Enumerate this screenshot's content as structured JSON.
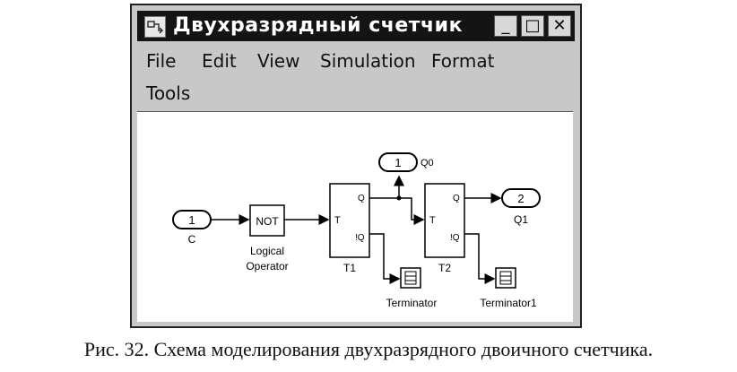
{
  "window": {
    "title": "Двухразрядный счетчик",
    "controls": {
      "minimize": "_",
      "maximize": "□",
      "close": "✕"
    }
  },
  "menu": {
    "items": [
      "File",
      "Edit",
      "View",
      "Simulation",
      "Format",
      "Tools"
    ]
  },
  "diagram": {
    "inport": {
      "number": "1",
      "label": "C"
    },
    "not_block": {
      "text": "NOT",
      "label_line1": "Logical",
      "label_line2": "Operator"
    },
    "flipflop1": {
      "port_in": "T",
      "port_q": "Q",
      "port_notq": "!Q",
      "label": "T1"
    },
    "flipflop2": {
      "port_in": "T",
      "port_q": "Q",
      "port_notq": "!Q",
      "label": "T2"
    },
    "outport1": {
      "number": "1",
      "label": "Q0"
    },
    "outport2": {
      "number": "2",
      "label": "Q1"
    },
    "terminator1": {
      "label": "Terminator"
    },
    "terminator2": {
      "label": "Terminator1"
    }
  },
  "caption": "Рис. 32. Схема моделирования двухразрядного двоичного счетчика."
}
